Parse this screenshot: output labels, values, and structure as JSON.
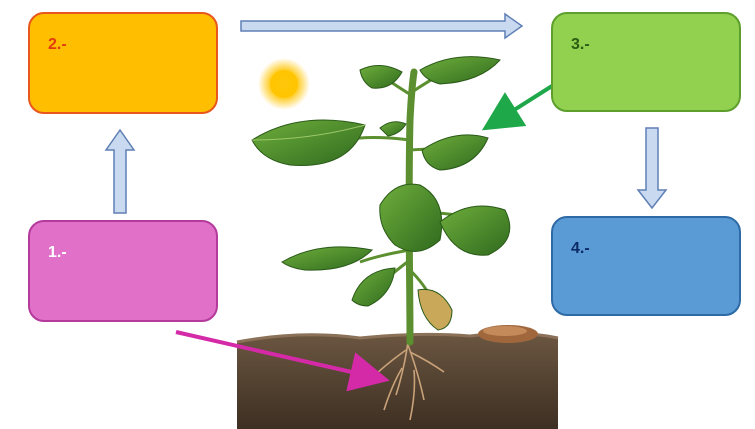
{
  "boxes": [
    {
      "id": "1",
      "label": "1.-",
      "fill": "#e070c8",
      "stroke": "#b43a9c",
      "text_color": "#ffffff"
    },
    {
      "id": "2",
      "label": "2.-",
      "fill": "#ffbe00",
      "stroke": "#e8571c",
      "text_color": "#e23b10"
    },
    {
      "id": "3",
      "label": "3.-",
      "fill": "#92d050",
      "stroke": "#5d9e2c",
      "text_color": "#2c5b12"
    },
    {
      "id": "4",
      "label": "4.-",
      "fill": "#5b9bd5",
      "stroke": "#2e6aa6",
      "text_color": "#0d2a66"
    }
  ],
  "connectors": [
    {
      "from": "1",
      "to": "2",
      "style": "block-arrow",
      "color": "#c9daf0"
    },
    {
      "from": "2",
      "to": "3",
      "style": "block-arrow",
      "color": "#c9daf0"
    },
    {
      "from": "3",
      "to": "4",
      "style": "block-arrow",
      "color": "#c9daf0"
    },
    {
      "from": "3",
      "to": "leaves",
      "style": "line-arrow",
      "color": "#1fa84a"
    },
    {
      "from": "1",
      "to": "roots",
      "style": "line-arrow",
      "color": "#d42aa8"
    }
  ],
  "illustration": {
    "subject": "plant-with-roots-in-soil",
    "sun_color": "#ffc400",
    "soil_color": "#5a4634",
    "leaf_color": "#4f8a2d"
  }
}
